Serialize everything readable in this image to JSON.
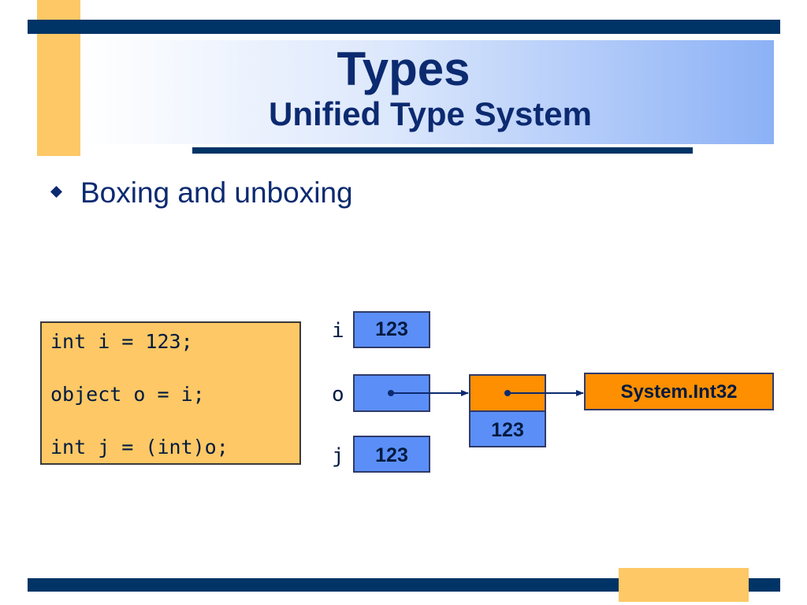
{
  "slide": {
    "title": "Types",
    "subtitle": "Unified Type System",
    "bullet": "Boxing and unboxing"
  },
  "code": {
    "lines": [
      "int i = 123;",
      "object o = i;",
      "int j = (int)o;"
    ]
  },
  "diagram": {
    "labels": {
      "i": "i",
      "o": "o",
      "j": "j"
    },
    "i_value": "123",
    "j_value": "123",
    "boxed_value": "123",
    "type_name": "System.Int32"
  },
  "colors": {
    "navy": "#003466",
    "title_text": "#0c2a70",
    "yellow": "#fdc865",
    "blue_box": "#5b8ff7",
    "orange_box": "#fd8f00"
  }
}
